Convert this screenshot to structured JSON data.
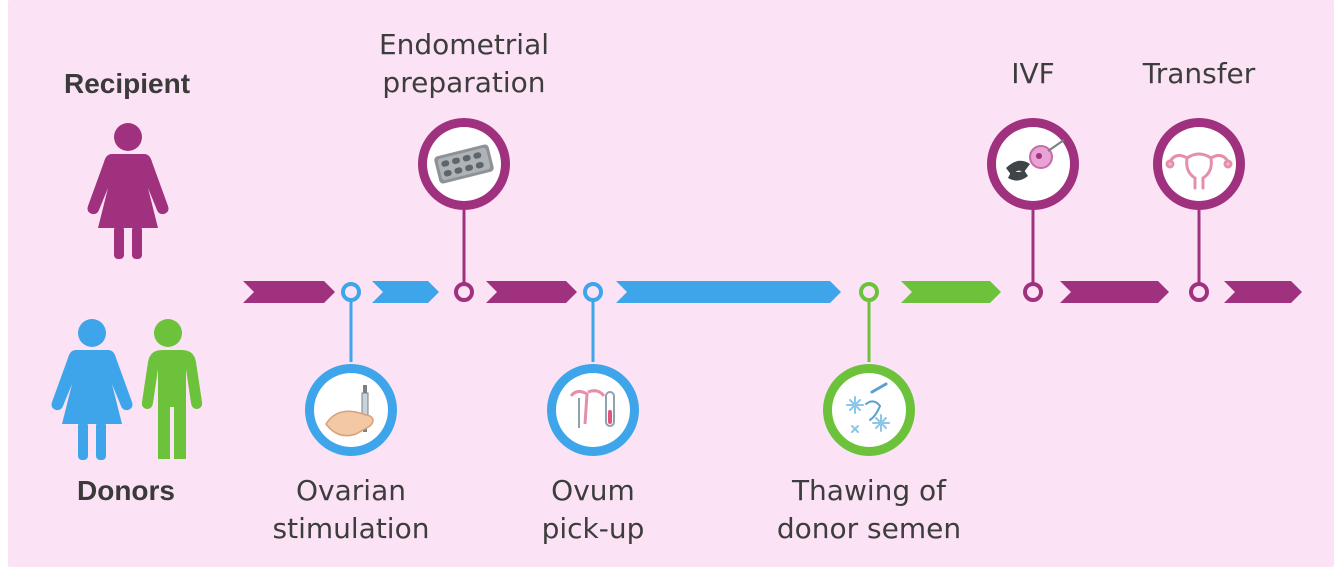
{
  "roles": {
    "recipient": "Recipient",
    "donors": "Donors"
  },
  "steps": {
    "endometrial": {
      "line1": "Endometrial",
      "line2": "preparation"
    },
    "ivf": {
      "line1": "IVF"
    },
    "transfer": {
      "line1": "Transfer"
    },
    "ovarian": {
      "line1": "Ovarian",
      "line2": "stimulation"
    },
    "ovum": {
      "line1": "Ovum",
      "line2": "pick-up"
    },
    "thawing": {
      "line1": "Thawing of",
      "line2": "donor semen"
    }
  },
  "colors": {
    "background": "#fbe3f5",
    "recipient": "#a0317f",
    "donor_female": "#3ea5ea",
    "donor_male": "#6cc23a",
    "text": "#3d3d3d"
  },
  "icons": {
    "recipient": "woman-figure-icon",
    "donor_female": "woman-figure-icon",
    "donor_male": "man-figure-icon",
    "endometrial": "pill-blister-icon",
    "ivf": "micro-injection-icon",
    "transfer": "uterus-icon",
    "ovarian": "syringe-hand-icon",
    "ovum": "test-tubes-icon",
    "thawing": "frozen-sample-icon"
  }
}
